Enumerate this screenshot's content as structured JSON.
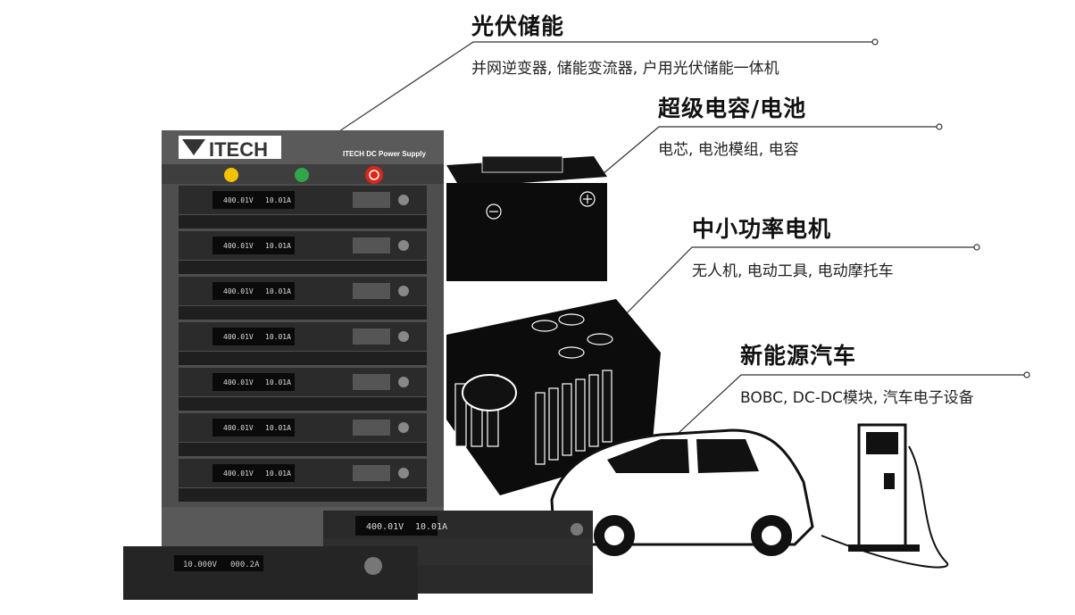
{
  "brand": {
    "logo_text": "ITECH",
    "rack_label": "ITECH DC Power Supply",
    "display_voltage": "400.01V",
    "display_current": "10.01A",
    "small_unit_voltage": "10.000V",
    "small_unit_current": "000.2A"
  },
  "applications": [
    {
      "title": "光伏储能",
      "description": "并网逆变器, 储能变流器, 户用光伏储能一体机"
    },
    {
      "title": "超级电容/电池",
      "description": "电芯, 电池模组, 电容"
    },
    {
      "title": "中小功率电机",
      "description": "无人机, 电动工具, 电动摩托车"
    },
    {
      "title": "新能源汽车",
      "description": "BOBC, DC-DC模块, 汽车电子设备"
    }
  ],
  "colors": {
    "rack": "#4a4a4a",
    "line": "#333333",
    "accent_red": "#d9271c",
    "accent_green": "#2fa64a",
    "accent_yellow": "#f2c200"
  }
}
